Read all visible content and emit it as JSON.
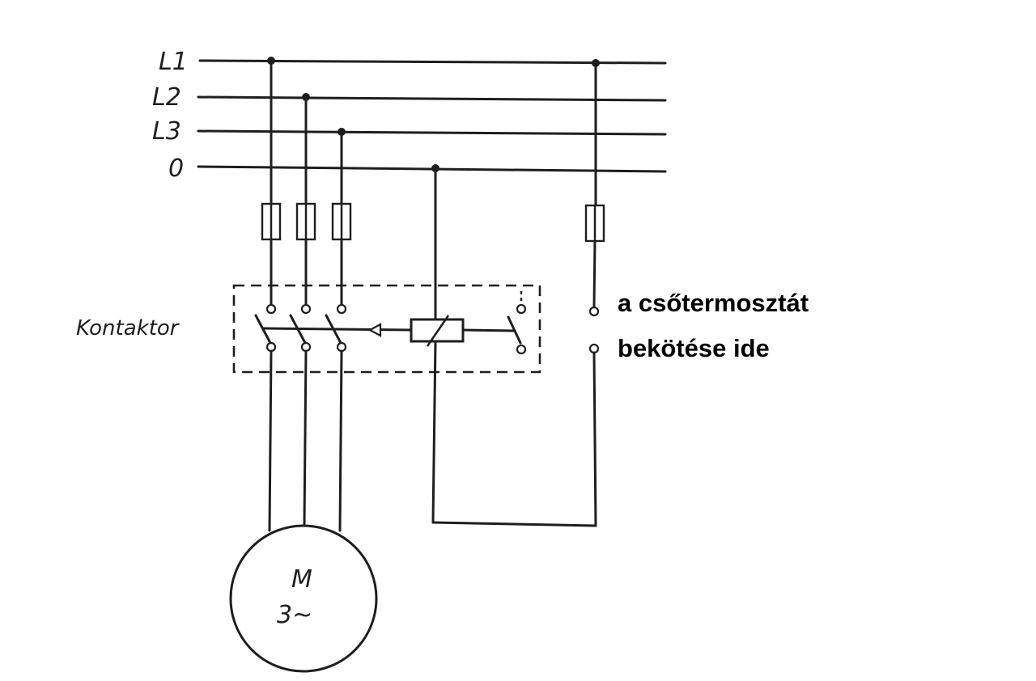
{
  "bus_labels": {
    "l1": "L1",
    "l2": "L2",
    "l3": "L3",
    "neutral": "0"
  },
  "contactor_label": "Kontaktor",
  "motor": {
    "symbol": "M",
    "phase": "3~"
  },
  "note": {
    "line1": "a csőtermosztát",
    "line2": "bekötése ide"
  },
  "colors": {
    "ink": "#1e1e1e",
    "background": "#ffffff"
  }
}
